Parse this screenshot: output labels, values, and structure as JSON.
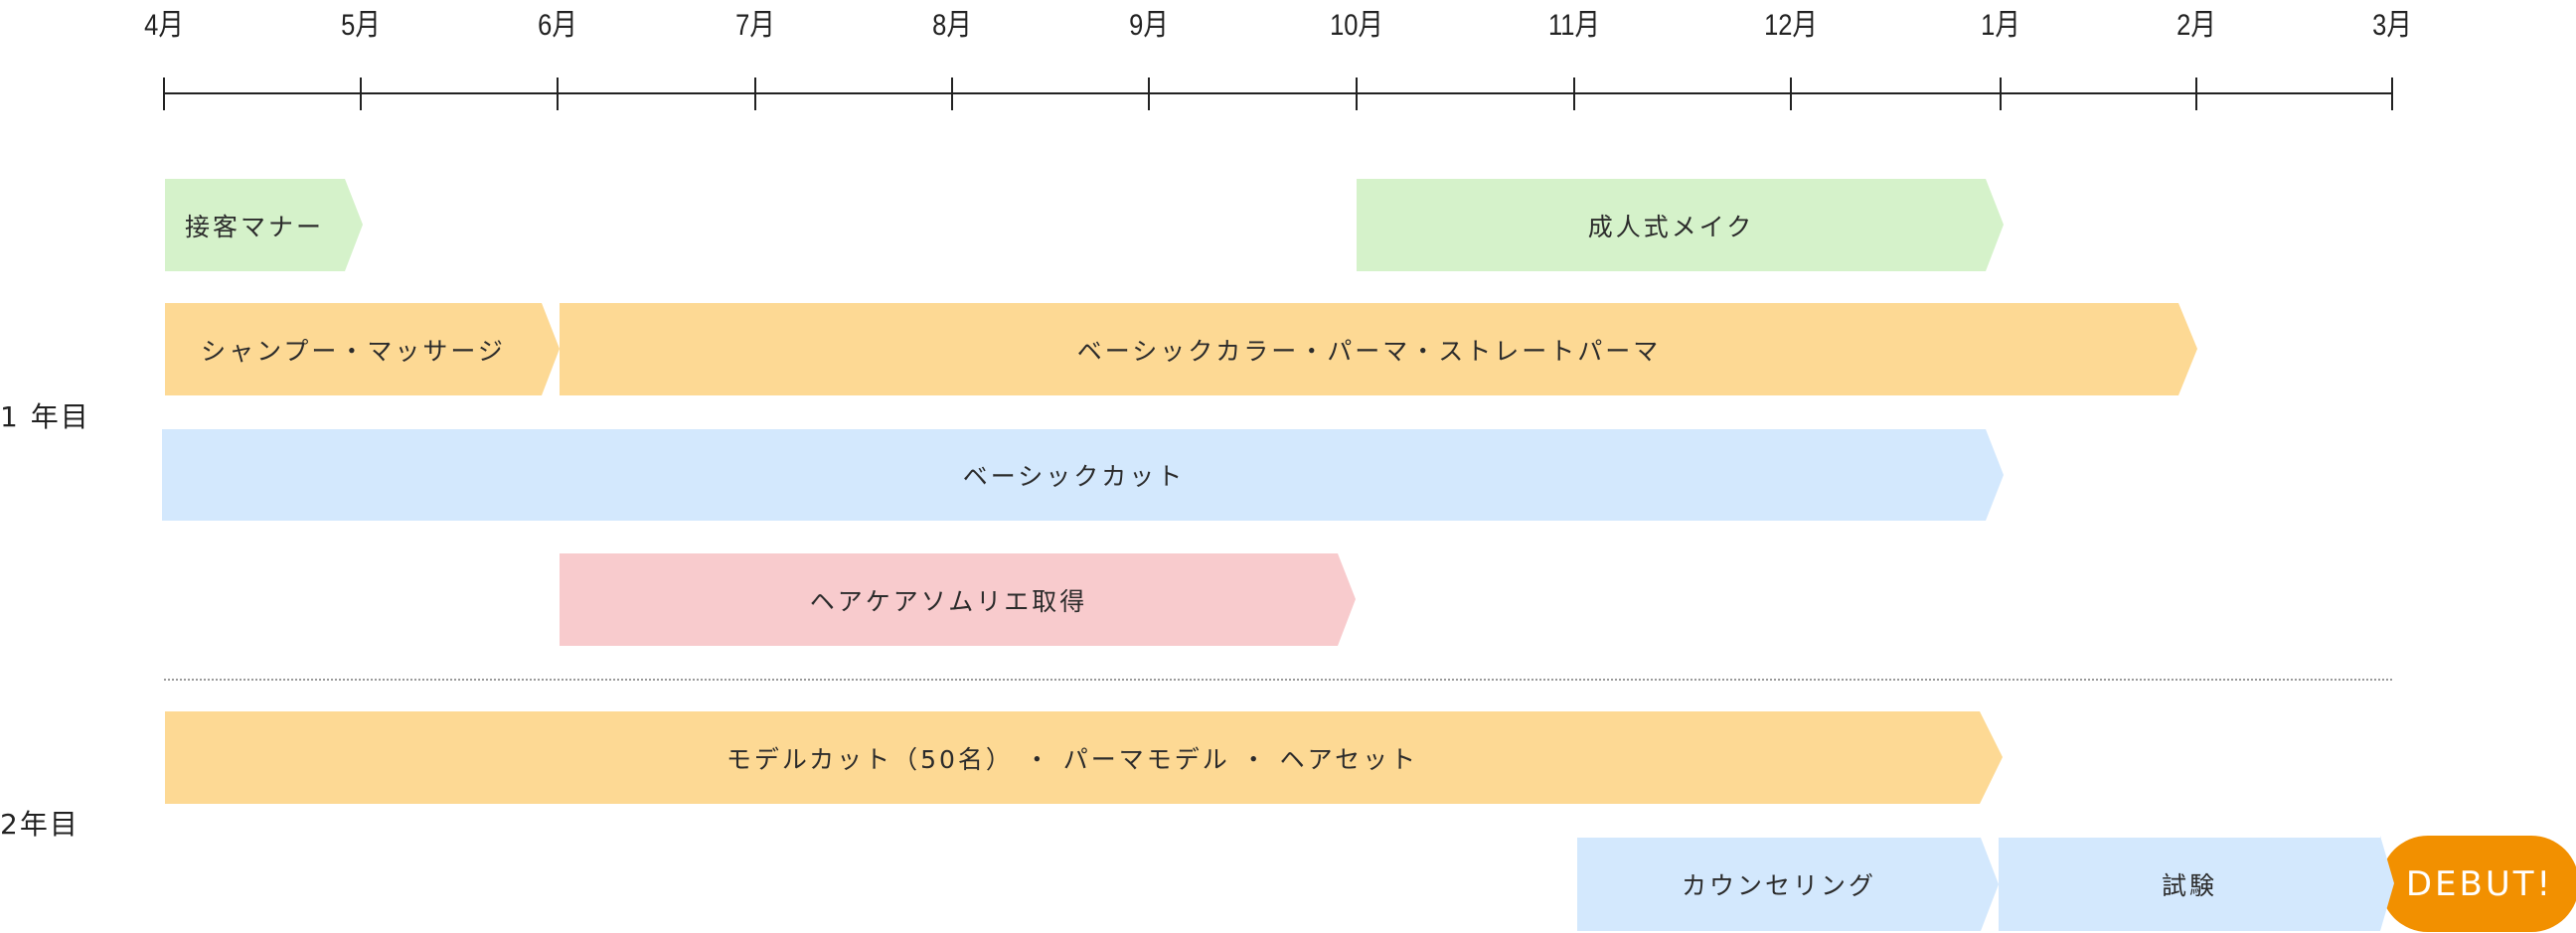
{
  "timeline": {
    "months": [
      "4月",
      "5月",
      "6月",
      "7月",
      "8月",
      "9月",
      "10月",
      "11月",
      "12月",
      "1月",
      "2月",
      "3月"
    ]
  },
  "years": {
    "year1": "1 年目",
    "year2": "2年目"
  },
  "bars": {
    "customer_manners": {
      "label": "接客マナー",
      "start_month": "4月",
      "end_month": "5月",
      "color": "#D5F2CA"
    },
    "coming_of_age_makeup": {
      "label": "成人式メイク",
      "start_month": "10月",
      "end_month": "1月",
      "color": "#D5F2CA"
    },
    "shampoo_massage": {
      "label": "シャンプー・マッサージ",
      "start_month": "4月",
      "end_month": "6月",
      "color": "#FDD994"
    },
    "basic_color_perm": {
      "label": "ベーシックカラー・パーマ・ストレートパーマ",
      "start_month": "6月",
      "end_month": "2月",
      "color": "#FDD994"
    },
    "basic_cut": {
      "label": "ベーシックカット",
      "start_month": "4月",
      "end_month": "1月",
      "color": "#D3E8FD"
    },
    "hair_care_sommelier": {
      "label": "ヘアケアソムリエ取得",
      "start_month": "6月",
      "end_month": "10月",
      "color": "#F8CBCD"
    },
    "model_cut": {
      "label": "モデルカット（50名） ・ パーマモデル ・ ヘアセット",
      "start_month": "4月",
      "end_month": "1月",
      "color": "#FDD994"
    },
    "counseling": {
      "label": "カウンセリング",
      "start_month": "11月",
      "end_month": "1月",
      "color": "#D3E8FD"
    },
    "exam": {
      "label": "試験",
      "start_month": "1月",
      "end_month": "3月",
      "color": "#D3E8FD"
    }
  },
  "debut": {
    "label": "DEBUT!",
    "color": "#F29000"
  }
}
